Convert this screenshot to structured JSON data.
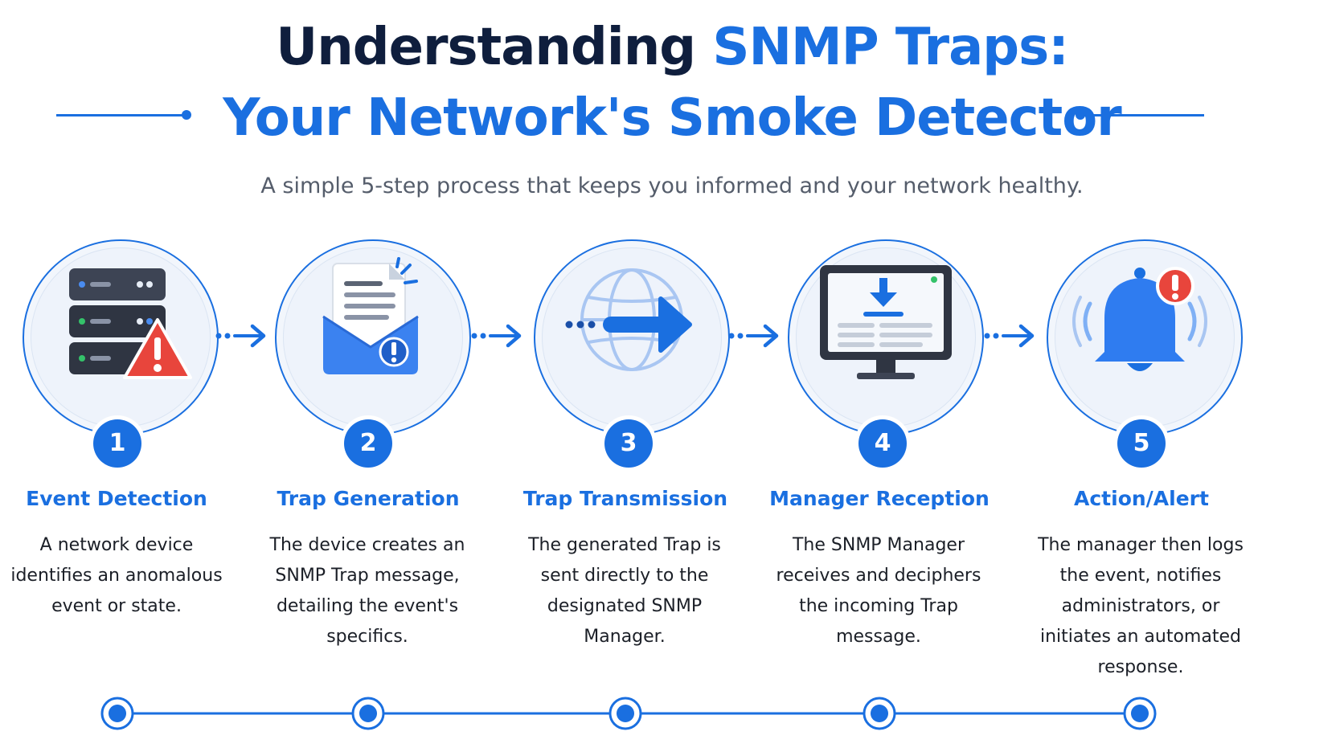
{
  "title": {
    "line1_prefix": "Understanding",
    "line1_accent": "SNMP Traps:",
    "line2": "Your Network's Smoke Detector"
  },
  "subtitle": "A simple 5-step process that keeps you informed and your network healthy.",
  "colors": {
    "accent": "#1a6fe0",
    "dark": "#0f1e3d",
    "alert": "#e8453c"
  },
  "steps": [
    {
      "number": "1",
      "title": "Event Detection",
      "description": "A network device identifies an anomalous event or state.",
      "icon": "server-alert-icon"
    },
    {
      "number": "2",
      "title": "Trap Generation",
      "description": "The device creates an SNMP Trap message, detailing the event's specifics.",
      "icon": "envelope-message-icon"
    },
    {
      "number": "3",
      "title": "Trap Transmission",
      "description": "The generated Trap is sent directly to the designated SNMP Manager.",
      "icon": "globe-arrow-icon"
    },
    {
      "number": "4",
      "title": "Manager Reception",
      "description": "The SNMP Manager receives and deciphers the incoming Trap message.",
      "icon": "monitor-download-icon"
    },
    {
      "number": "5",
      "title": "Action/Alert",
      "description": "The manager then logs the event, notifies administrators, or initiates an automated response.",
      "icon": "bell-alert-icon"
    }
  ]
}
